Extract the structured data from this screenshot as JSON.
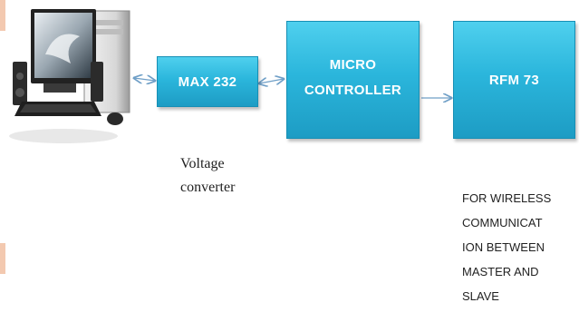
{
  "blocks": {
    "max232": "MAX 232",
    "micro_line1": "MICRO",
    "micro_line2": "CONTROLLER",
    "rfm": "RFM 73"
  },
  "captions": {
    "voltage_line1": "Voltage",
    "voltage_line2": "converter",
    "wireless_lines": [
      "FOR WIRELESS",
      "COMMUNICAT",
      "ION BETWEEN",
      "MASTER AND",
      "SLAVE"
    ]
  },
  "colors": {
    "block": "#2bb6dc",
    "arrow": "#6f9fc7"
  },
  "icons": {
    "computer": "desktop-computer-icon"
  }
}
